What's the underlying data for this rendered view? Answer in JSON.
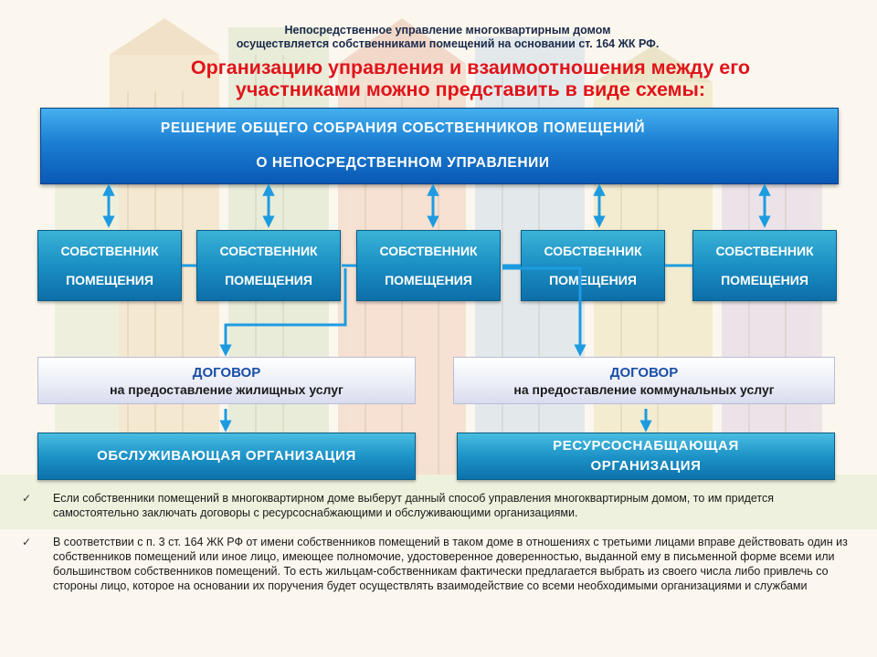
{
  "subtitle_lines": [
    "Непосредственное управление многоквартирным домом",
    "осуществляется собственниками помещений на основании ст. 164 ЖК РФ."
  ],
  "title_lines": [
    "Организацию управления и взаимоотношения между его",
    "участниками можно представить в виде схемы:"
  ],
  "decision_box": {
    "line1": "РЕШЕНИЕ ОБЩЕГО СОБРАНИЯ СОБСТВЕННИКОВ ПОМЕЩЕНИЙ",
    "line2": "О НЕПОСРЕДСТВЕННОМ УПРАВЛЕНИИ"
  },
  "owners": [
    {
      "line1": "СОБСТВЕННИК",
      "line2": "ПОМЕЩЕНИЯ"
    },
    {
      "line1": "СОБСТВЕННИК",
      "line2": "ПОМЕЩЕНИЯ"
    },
    {
      "line1": "СОБСТВЕННИК",
      "line2": "ПОМЕЩЕНИЯ"
    },
    {
      "line1": "СОБСТВЕННИК",
      "line2": "ПОМЕЩЕНИЯ"
    },
    {
      "line1": "СОБСТВЕННИК",
      "line2": "ПОМЕЩЕНИЯ"
    }
  ],
  "contracts": [
    {
      "title": "ДОГОВОР",
      "subtitle": "на предоставление жилищных услуг"
    },
    {
      "title": "ДОГОВОР",
      "subtitle": "на предоставление коммунальных услуг"
    }
  ],
  "organizations": {
    "service_line1": "ОБСЛУЖИВАЮЩАЯ ОРГАНИЗАЦИЯ",
    "resource_line1": "РЕСУРСОСНАБЩАЮЩАЯ",
    "resource_line2": "ОРГАНИЗАЦИЯ"
  },
  "bullets": [
    "Если собственники помещений в многоквартирном доме выберут данный способ управления многоквартирным домом, то им придется самостоятельно заключать договоры с ресурсоснабжающими и обслуживающими организациями.",
    "В соответствии с п. 3 ст. 164 ЖК РФ от имени собственников помещений в таком доме в отношениях с третьими лицами вправе действовать один из собственников помещений или иное лицо, имеющее полномочие, удостоверенное доверенностью, выданной ему в письменной форме всеми или большинством собственников помещений. То есть жильцам-собственникам фактически предлагается выбрать из своего числа либо привлечь со стороны лицо, которое на основании их поручения будет осуществлять взаимодействие со всеми необходимыми организациями и службами"
  ],
  "bullet_marker": "✓",
  "colors": {
    "title_red": "#e0141a",
    "box_blue": "#1c7fd3",
    "arrow_blue": "#1e9be0",
    "contract_title_blue": "#1a4fa8"
  }
}
